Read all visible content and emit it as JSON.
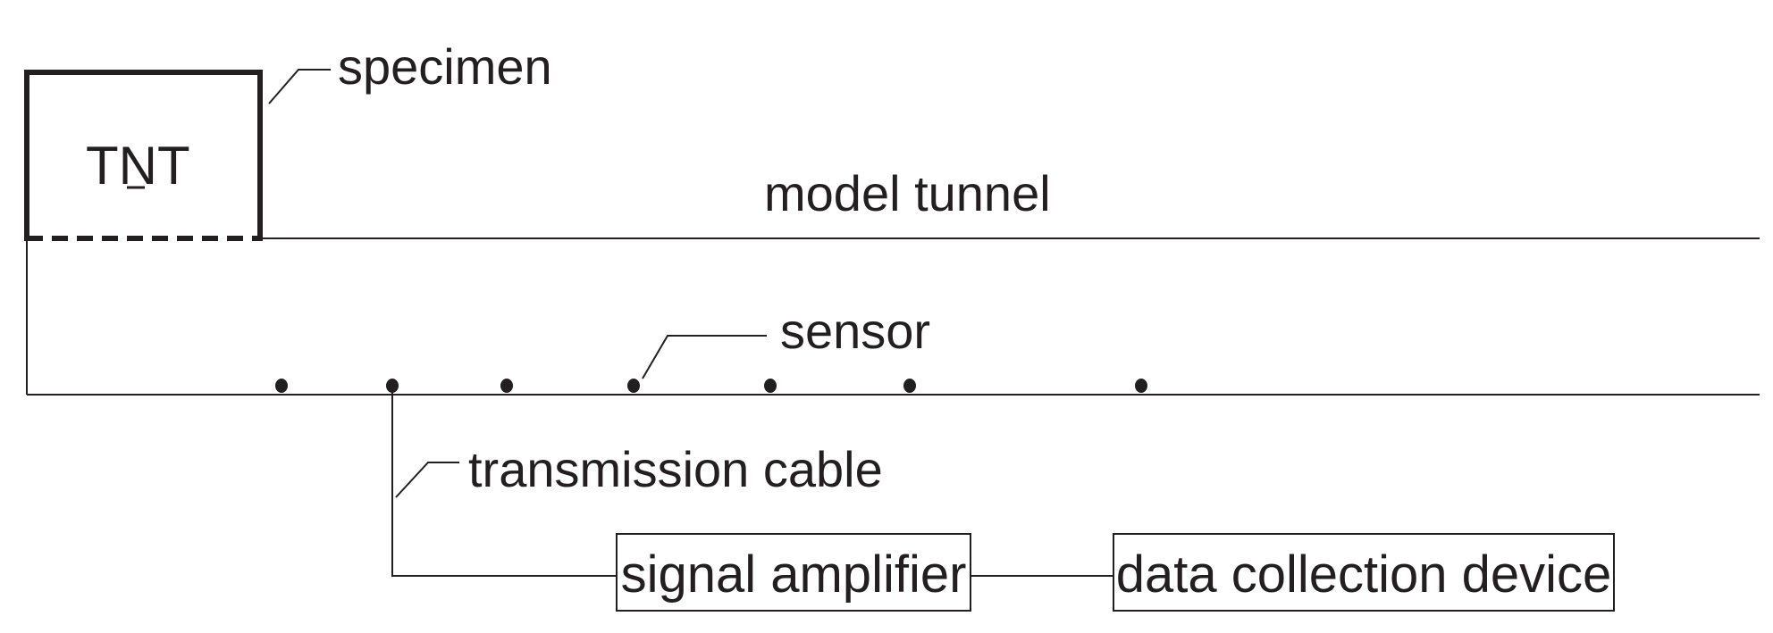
{
  "diagram": {
    "specimen": {
      "label": "specimen",
      "inner_label": "TNT"
    },
    "tunnel": {
      "label": "model tunnel"
    },
    "sensors": {
      "label": "sensor",
      "count": 7
    },
    "cable": {
      "label": "transmission cable"
    },
    "amplifier": {
      "label": "signal amplifier"
    },
    "collector": {
      "label": "data collection device"
    },
    "colors": {
      "line": "#231f20",
      "background": "#ffffff"
    }
  }
}
